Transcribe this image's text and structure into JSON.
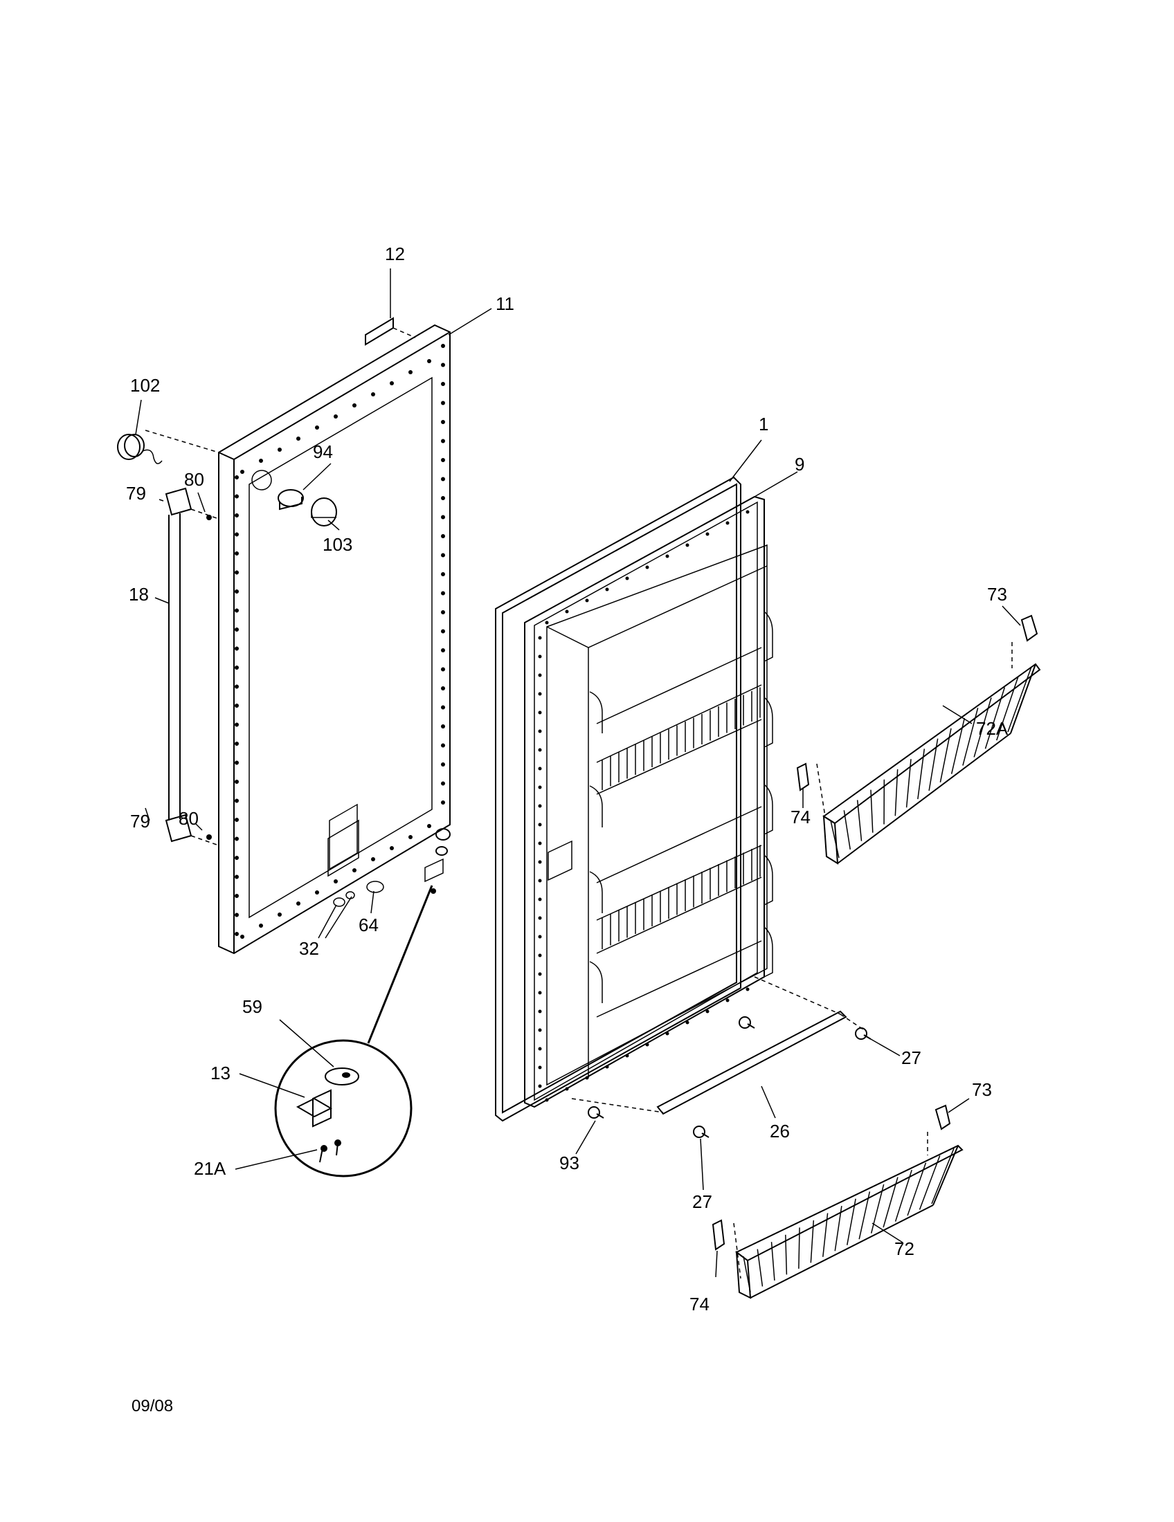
{
  "footer": {
    "date_code": "09/08"
  },
  "callouts": {
    "c12": "12",
    "c11": "11",
    "c102": "102",
    "c94": "94",
    "c80a": "80",
    "c79a": "79",
    "c103": "103",
    "c18": "18",
    "c1": "1",
    "c9": "9",
    "c73a": "73",
    "c72A": "72A",
    "c74a": "74",
    "c79b": "79",
    "c80b": "80",
    "c32": "32",
    "c64": "64",
    "c59": "59",
    "c13": "13",
    "c21A": "21A",
    "c27a": "27",
    "c26": "26",
    "c93": "93",
    "c27b": "27",
    "c73b": "73",
    "c72": "72",
    "c74b": "74"
  }
}
